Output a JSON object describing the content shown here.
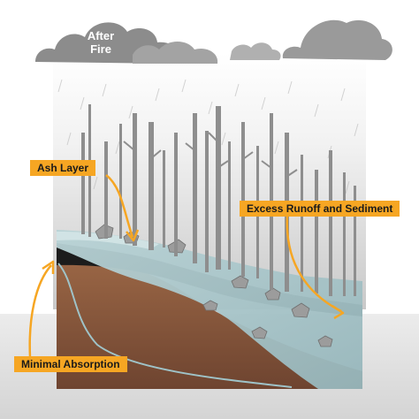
{
  "title": {
    "line1": "After",
    "line2": "Fire"
  },
  "labels": {
    "ash_layer": "Ash Layer",
    "excess_runoff": "Excess Runoff and Sediment",
    "minimal_absorption": "Minimal Absorption"
  },
  "colors": {
    "label_fill": "#f6a623",
    "arrow": "#f6a623",
    "ash": "#1c1c1c",
    "soil": "#8a5a3c",
    "water": "#a9c7cc",
    "cloud": "#8c8c8c",
    "tree": "#8e8e8e"
  }
}
